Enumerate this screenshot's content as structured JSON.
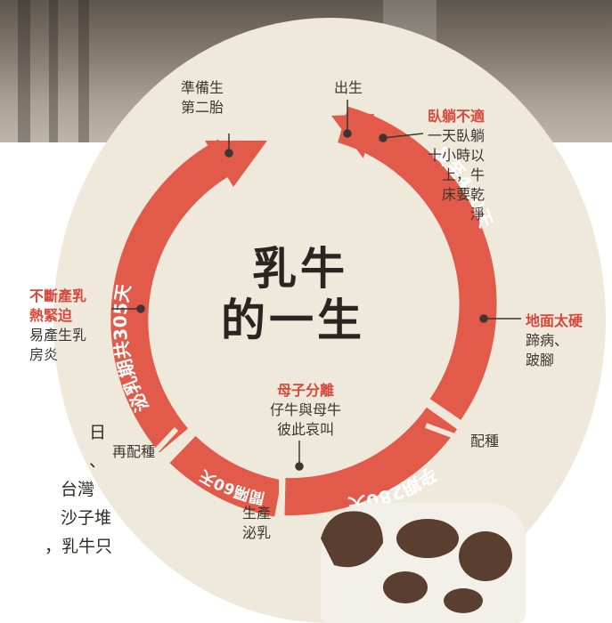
{
  "diagram": {
    "title_line1": "乳牛",
    "title_line2": "的一生",
    "stages": {
      "prepare": [
        "準備生",
        "第二胎"
      ],
      "birth": "出生",
      "lying": {
        "heading": "臥躺不適",
        "lines": [
          "一天臥躺",
          "十小時以",
          "上，牛",
          "床要乾",
          "淨"
        ]
      },
      "ground": {
        "heading": "地面太硬",
        "lines": [
          "蹄病、",
          "跛腳"
        ]
      },
      "mating": "配種",
      "separation": {
        "heading": "母子分離",
        "lines": [
          "仔牛與母牛",
          "彼此哀叫"
        ]
      },
      "calving": [
        "生產",
        "泌乳"
      ],
      "remating": "再配種",
      "lactation_stress": {
        "heading_lines": [
          "不斷產乳",
          "熱緊迫"
        ],
        "lines": [
          "易產生乳",
          "房炎"
        ]
      }
    },
    "arc_labels": {
      "growth": "長至420天",
      "pregnancy": "孕期280天",
      "interval": "間隔60天",
      "lactation": "泌乳期共305天"
    },
    "colors": {
      "arc": "#e25a4a",
      "accent_text": "#d9473a",
      "background": "#efe9dc"
    }
  },
  "article_text": [
    "日",
    "、",
    "台灣",
    "沙子堆",
    "，乳牛只"
  ]
}
